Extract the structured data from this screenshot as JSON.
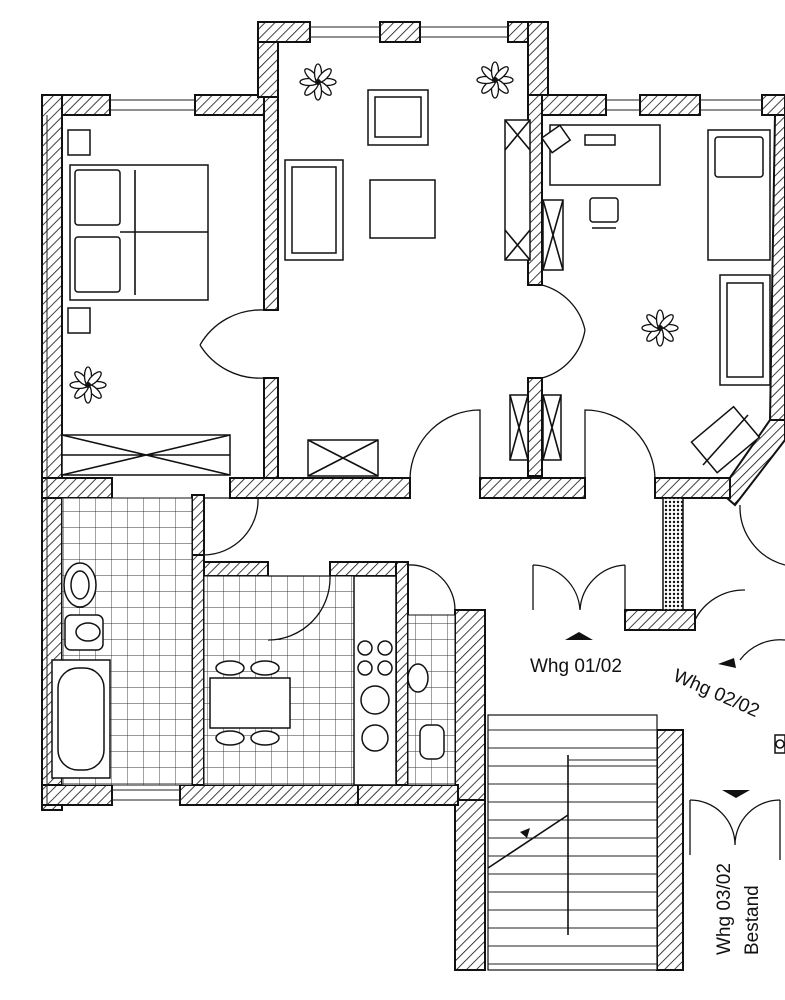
{
  "labels": {
    "unit_01": "Whg 01/02",
    "unit_02": "Whg 02/02",
    "unit_03": "Whg 03/02",
    "unit_03_sub": "Bestand"
  },
  "colors": {
    "ink": "#111111",
    "paper": "#ffffff"
  }
}
